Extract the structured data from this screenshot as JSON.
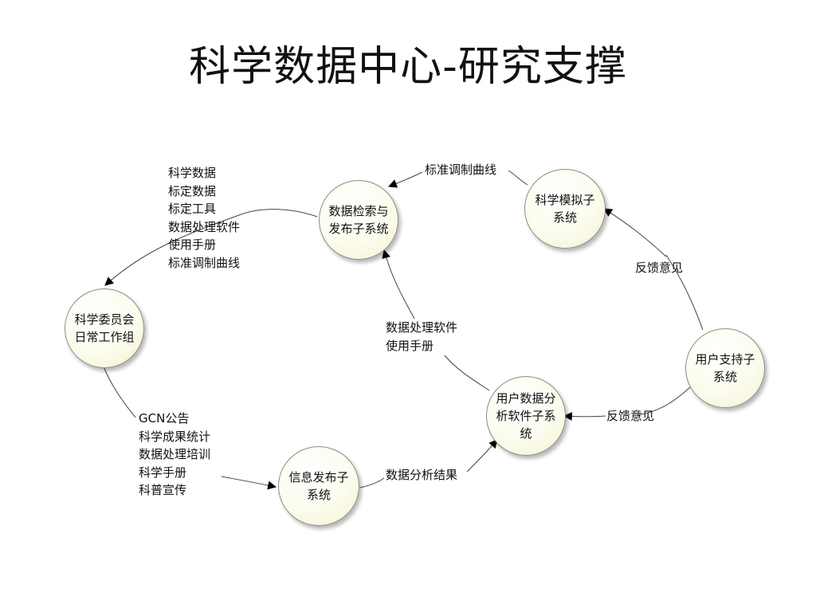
{
  "title": "科学数据中心-研究支撑",
  "nodes": {
    "search": [
      "数据检索与",
      "发布子系统"
    ],
    "simulation": [
      "科学模拟子",
      "系统"
    ],
    "committee": [
      "科学委员会",
      "日常工作组"
    ],
    "user_support": [
      "用户支持子",
      "系统"
    ],
    "analysis": [
      "用户数据分",
      "析软件子系",
      "统"
    ],
    "info": [
      "信息发布子",
      "系统"
    ]
  },
  "labels": {
    "search_outputs": [
      "科学数据",
      "标定数据",
      "标定工具",
      "数据处理软件",
      "使用手册",
      "标准调制曲线"
    ],
    "sim_to_search": "标准调制曲线",
    "support_to_sim": "反馈意见",
    "analysis_to_search": [
      "数据处理软件",
      "使用手册"
    ],
    "support_to_analysis": "反馈意见",
    "committee_outputs": [
      "GCN公告",
      "科学成果统计",
      "数据处理培训",
      "科学手册",
      "科普宣传"
    ],
    "info_to_analysis": "数据分析结果"
  }
}
